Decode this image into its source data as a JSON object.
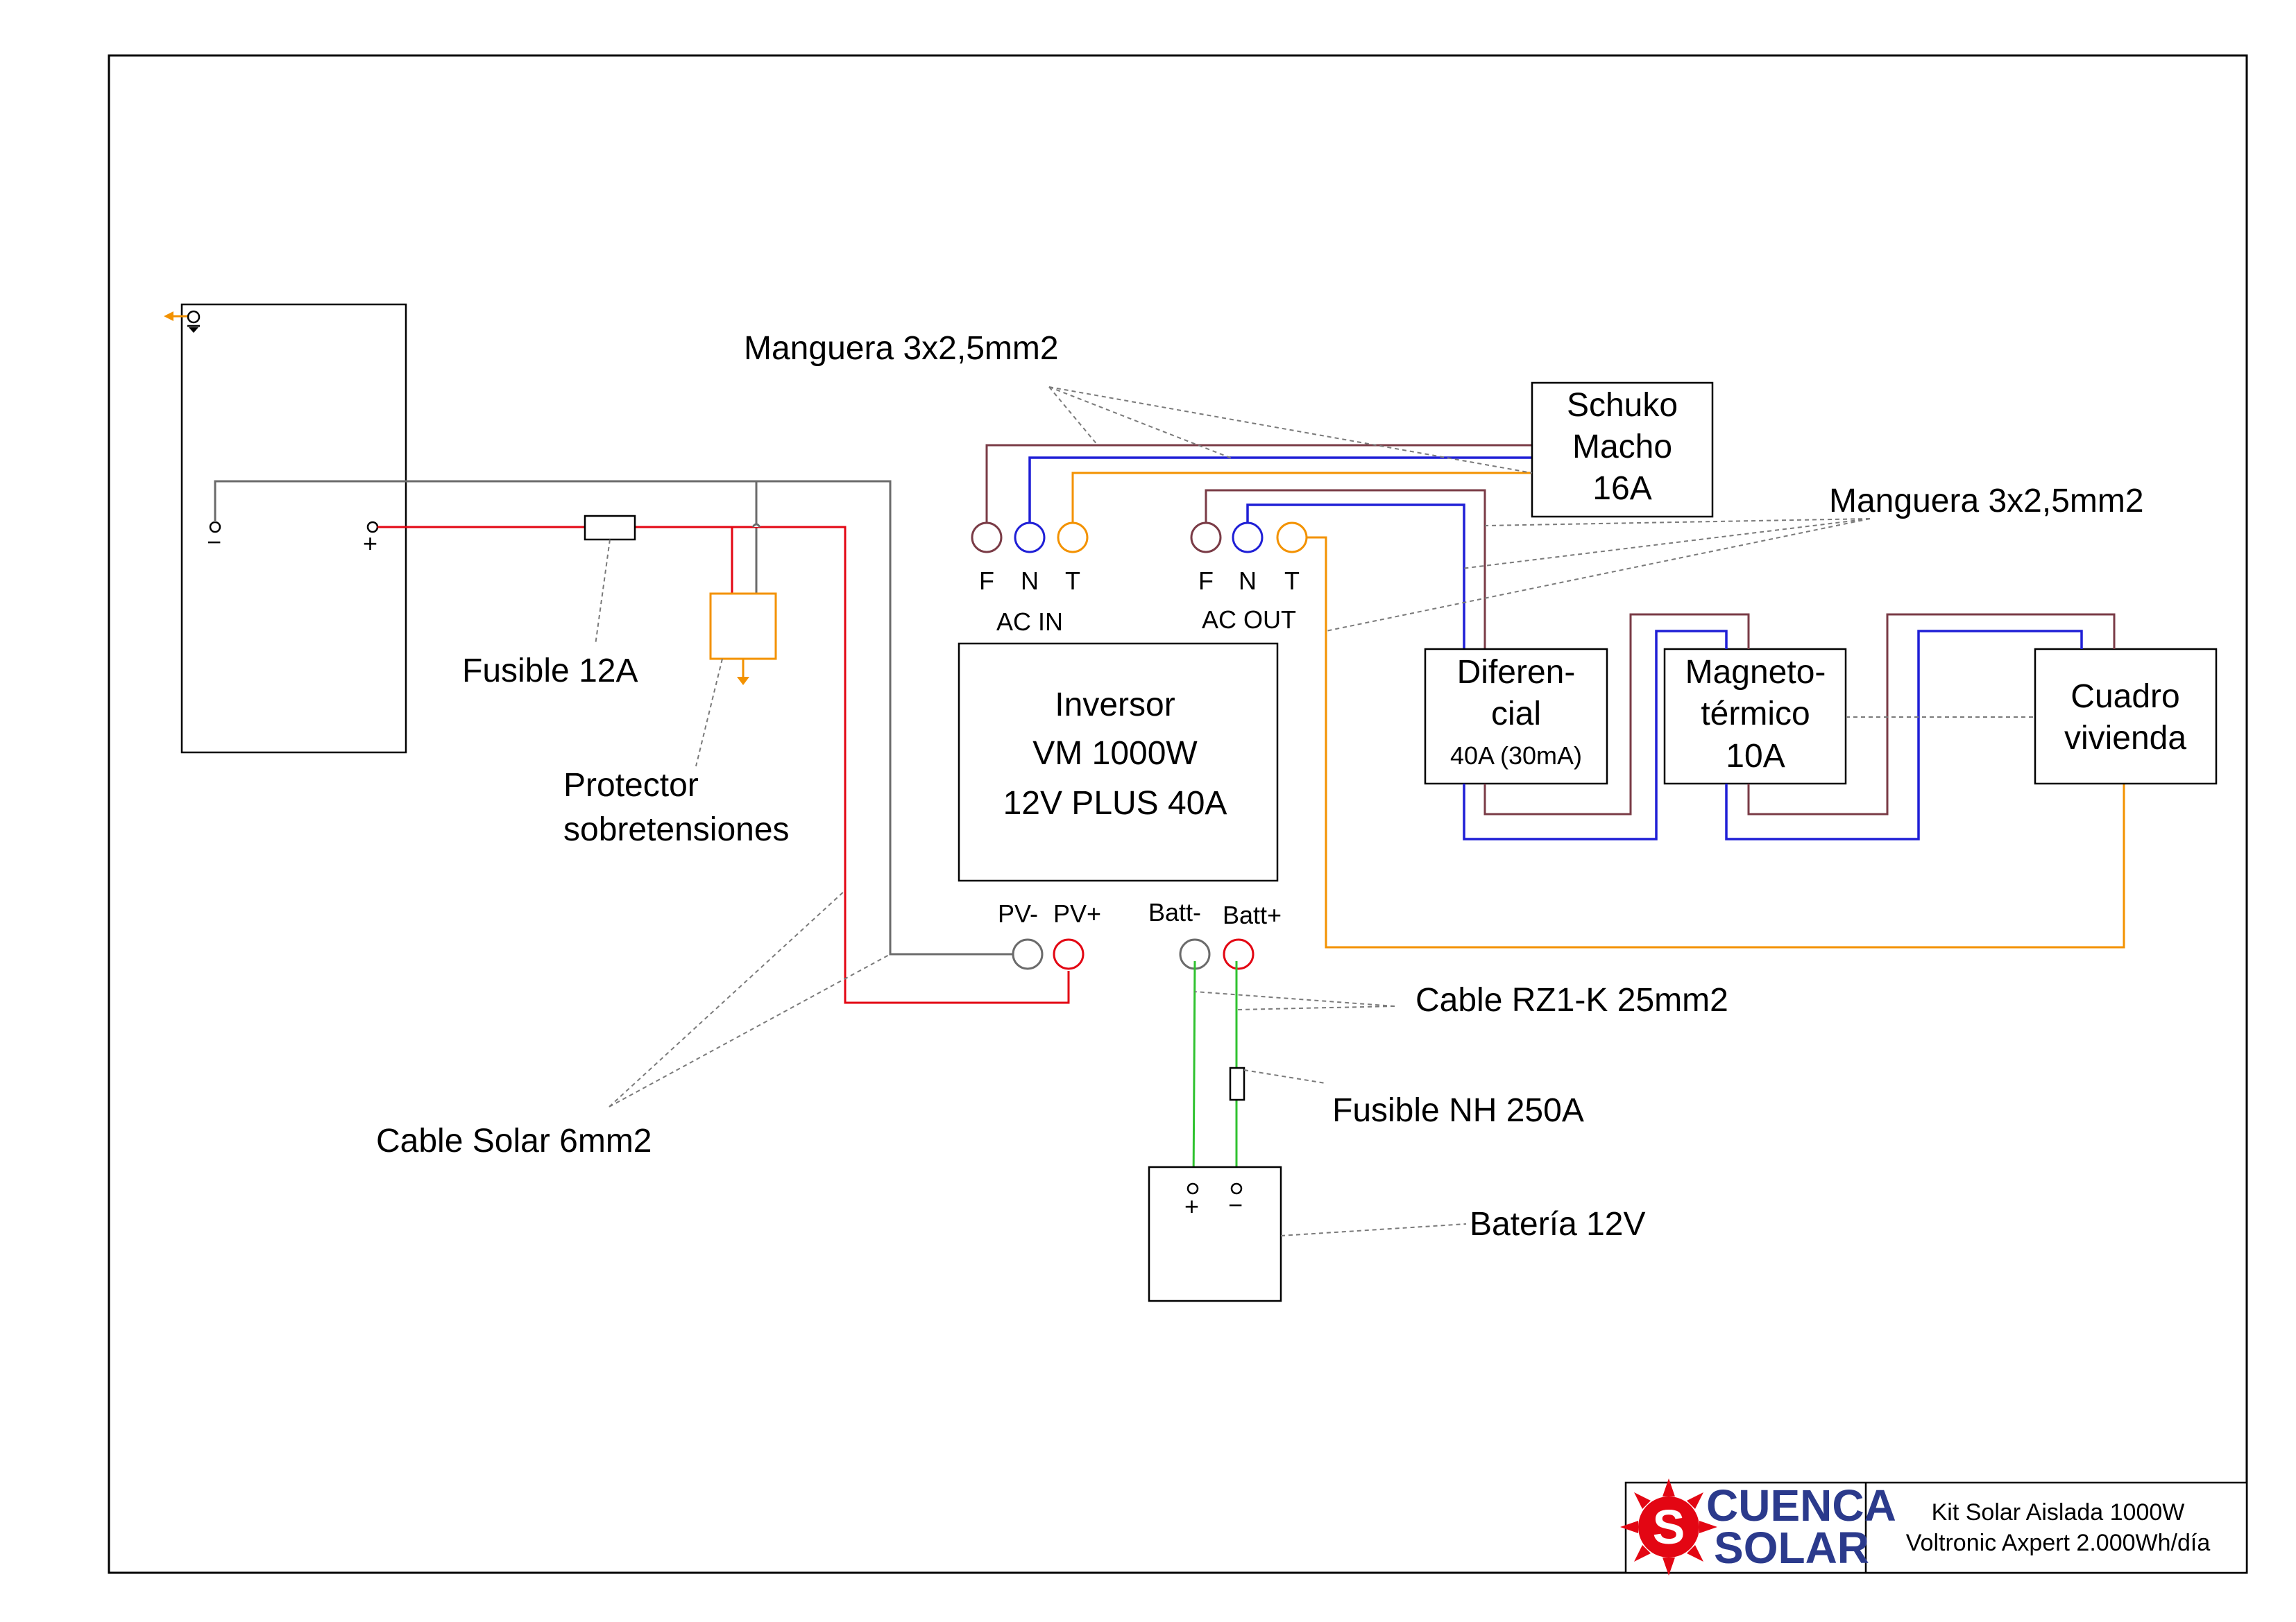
{
  "labels": {
    "manguera_1": "Manguera 3x2,5mm2",
    "manguera_2": "Manguera 3x2,5mm2",
    "schuko": [
      "Schuko",
      "Macho",
      "16A"
    ],
    "fusible_12a": "Fusible 12A",
    "protector": [
      "Protector",
      "sobretensiones"
    ],
    "cable_solar": "Cable Solar 6mm2",
    "ac_in_terms": [
      "F",
      "N",
      "T"
    ],
    "ac_in": "AC IN",
    "ac_out_terms": [
      "F",
      "N",
      "T"
    ],
    "ac_out": "AC OUT",
    "inversor": [
      "Inversor",
      "VM 1000W",
      "12V PLUS 40A"
    ],
    "pv_minus": "PV-",
    "pv_plus": "PV+",
    "batt_minus": "Batt-",
    "batt_plus": "Batt+",
    "cable_rz1k": "Cable RZ1-K 25mm2",
    "fusible_nh": "Fusible NH 250A",
    "bateria": "Batería 12V",
    "diferencial": [
      "Diferen-",
      "cial",
      "40A (30mA)"
    ],
    "magnetotermico": [
      "Magneto-",
      "térmico",
      "10A"
    ],
    "cuadro": [
      "Cuadro",
      "vivienda"
    ],
    "panel_minus": "−",
    "panel_plus": "+",
    "bat_plus": "+",
    "bat_minus": "−"
  },
  "title_block": {
    "logo_top": "CUENCA",
    "logo_bottom": "SOLAR",
    "line1": "Kit Solar Aislada 1000W",
    "line2": "Voltronic Axpert 2.000Wh/día"
  },
  "colors": {
    "positive": "#e30613",
    "negative": "#6b6b6b",
    "phase": "#7a3b46",
    "neutral": "#1f1fd6",
    "earth": "#f39200",
    "battery_cable": "#2fc22f",
    "brand_red": "#e30613",
    "brand_blue": "#2b3a8c"
  }
}
